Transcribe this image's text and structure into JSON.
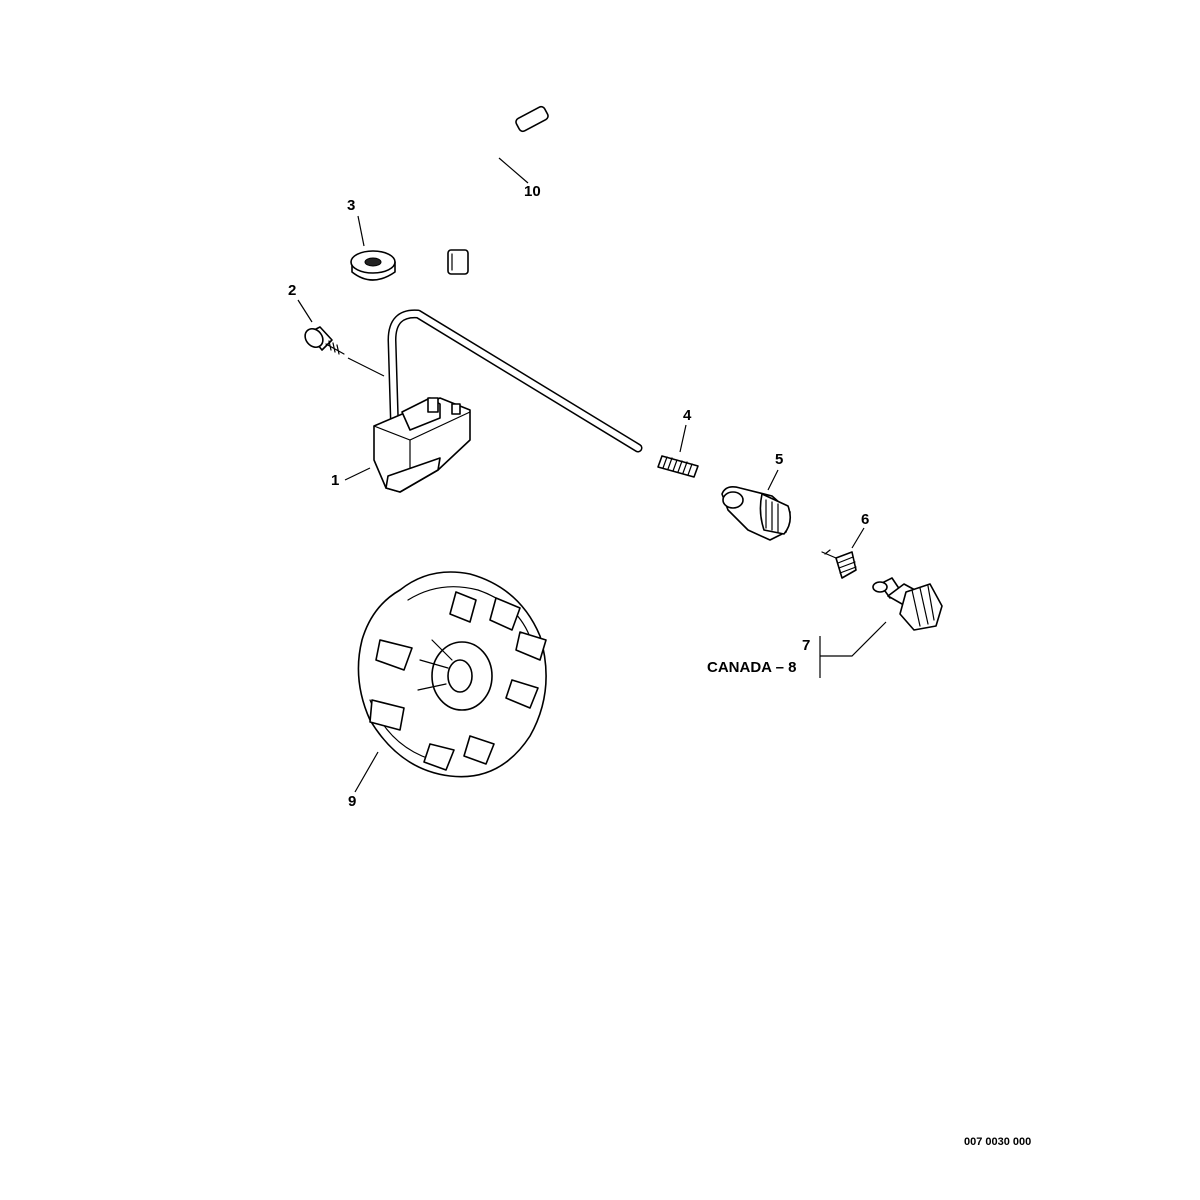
{
  "callouts": {
    "c1": "1",
    "c2": "2",
    "c3": "3",
    "c4": "4",
    "c5": "5",
    "c6": "6",
    "c7": "7",
    "c8": "CANADA – 8",
    "c9": "9",
    "c10": "10"
  },
  "drawing_number": "007 0030 000"
}
